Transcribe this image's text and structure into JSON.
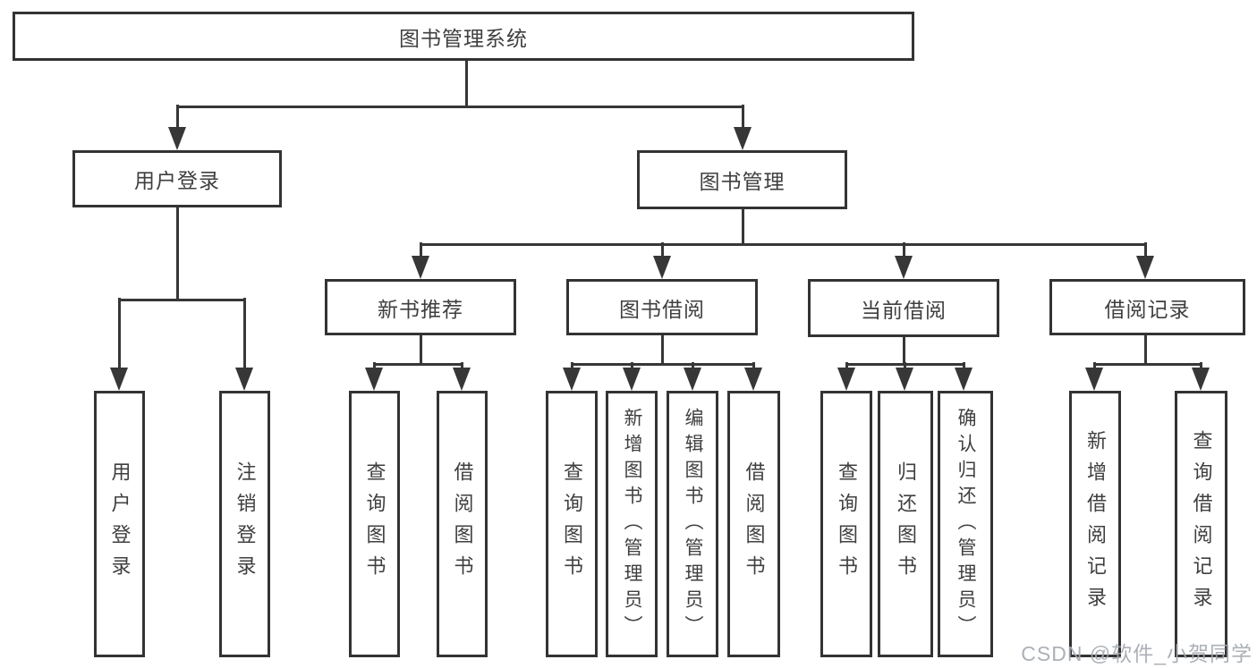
{
  "title": "图书管理系统",
  "watermark": "CSDN @软件_小贺同学",
  "colors": {
    "line": "#373737",
    "box_border": "#333333",
    "text": "#3f3f3f",
    "watermark": "#a3a8af",
    "background": "#ffffff"
  },
  "nodes": {
    "root": {
      "label": "图书管理系统"
    },
    "level2": [
      {
        "label": "用户登录"
      },
      {
        "label": "图书管理"
      }
    ],
    "level3": [
      {
        "label": "新书推荐",
        "parent": "图书管理"
      },
      {
        "label": "图书借阅",
        "parent": "图书管理"
      },
      {
        "label": "当前借阅",
        "parent": "图书管理"
      },
      {
        "label": "借阅记录",
        "parent": "图书管理"
      }
    ],
    "leaves": [
      {
        "label": "用户登录",
        "parent": "用户登录"
      },
      {
        "label": "注销登录",
        "parent": "用户登录"
      },
      {
        "label": "查询图书",
        "parent": "新书推荐"
      },
      {
        "label": "借阅图书",
        "parent": "新书推荐"
      },
      {
        "label": "查询图书",
        "parent": "图书借阅"
      },
      {
        "label": "新增图书（管理员）",
        "parent": "图书借阅"
      },
      {
        "label": "编辑图书（管理员）",
        "parent": "图书借阅"
      },
      {
        "label": "借阅图书",
        "parent": "图书借阅"
      },
      {
        "label": "查询图书",
        "parent": "当前借阅"
      },
      {
        "label": "归还图书",
        "parent": "当前借阅"
      },
      {
        "label": "确认归还（管理员）",
        "parent": "当前借阅"
      },
      {
        "label": "新增借阅记录",
        "parent": "借阅记录"
      },
      {
        "label": "查询借阅记录",
        "parent": "借阅记录"
      }
    ]
  }
}
